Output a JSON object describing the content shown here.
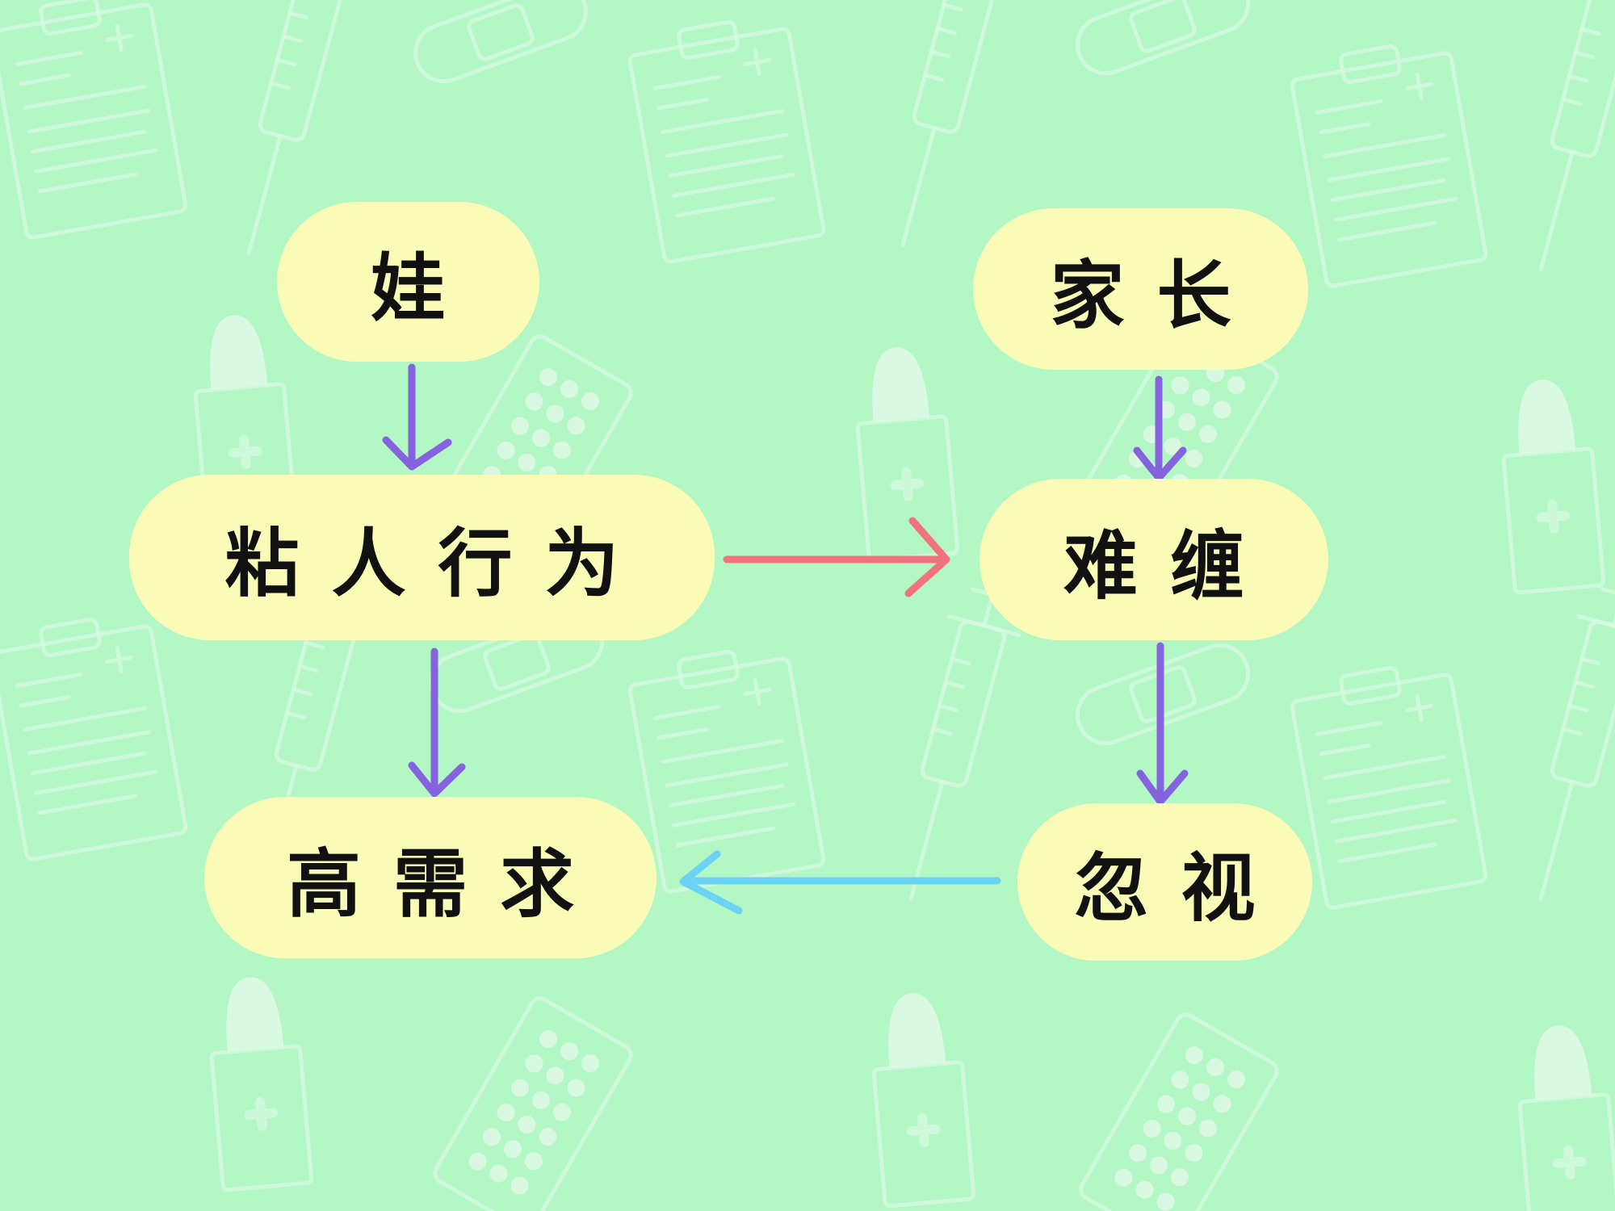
{
  "colors": {
    "background": "#b3f7c4",
    "node_fill": "#fbfbb8",
    "arrow_purple": "#8563de",
    "arrow_pink": "#f2737e",
    "arrow_blue": "#6cd3f5"
  },
  "background_icons": [
    "clipboard-icon",
    "syringe-icon",
    "bandage-icon",
    "medicine-bottle-icon",
    "pill-blister-icon"
  ],
  "nodes": {
    "baby": "娃",
    "parent": "家长",
    "clingy": "粘人行为",
    "pester": "难缠",
    "high_need": "高需求",
    "ignore": "忽视"
  },
  "edges": [
    {
      "from": "baby",
      "to": "clingy",
      "color": "purple"
    },
    {
      "from": "parent",
      "to": "pester",
      "color": "purple"
    },
    {
      "from": "clingy",
      "to": "pester",
      "color": "pink"
    },
    {
      "from": "clingy",
      "to": "high_need",
      "color": "purple"
    },
    {
      "from": "pester",
      "to": "ignore",
      "color": "purple"
    },
    {
      "from": "ignore",
      "to": "high_need",
      "color": "blue"
    }
  ]
}
